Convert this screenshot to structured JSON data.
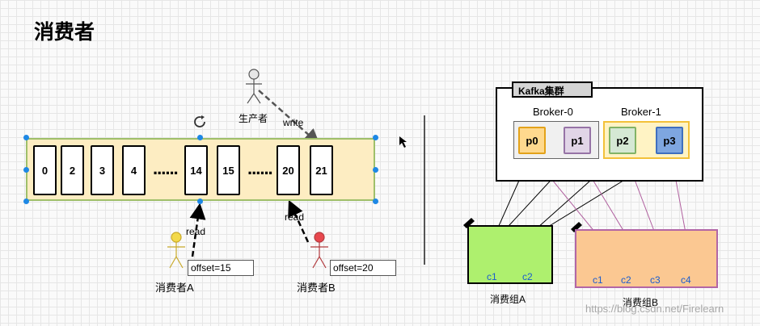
{
  "title": "消费者",
  "log": {
    "cells": [
      "0",
      "2",
      "3",
      "4",
      "14",
      "15",
      "20",
      "21"
    ],
    "ellipsis": "......"
  },
  "producer": {
    "label": "生产者",
    "action": "write"
  },
  "consumers": [
    {
      "label": "消费者A",
      "offset": "offset=15",
      "action": "read",
      "color": "#f3d94a"
    },
    {
      "label": "消费者B",
      "offset": "offset=20",
      "action": "read",
      "color": "#e8484e"
    }
  ],
  "cluster": {
    "title": "Kafka集群",
    "brokers": [
      {
        "name": "Broker-0",
        "partitions": [
          "p0",
          "p1"
        ]
      },
      {
        "name": "Broker-1",
        "partitions": [
          "p2",
          "p3"
        ]
      }
    ]
  },
  "groups": [
    {
      "label": "消费组A",
      "consumers": [
        "c1",
        "c2"
      ]
    },
    {
      "label": "消费组B",
      "consumers": [
        "c1",
        "c2",
        "c3",
        "c4"
      ]
    }
  ],
  "watermark": "https://blog.csdn.net/Firelearn",
  "colors": {
    "log_band": "#fdedc2",
    "p0": "#ffd98e",
    "p1": "#e1d5e7",
    "p2": "#d5e8d4",
    "p3": "#7ea6e0",
    "group_a": "#aef06e",
    "group_b": "#fbc892",
    "consumer_label": "#1a5ccf"
  }
}
